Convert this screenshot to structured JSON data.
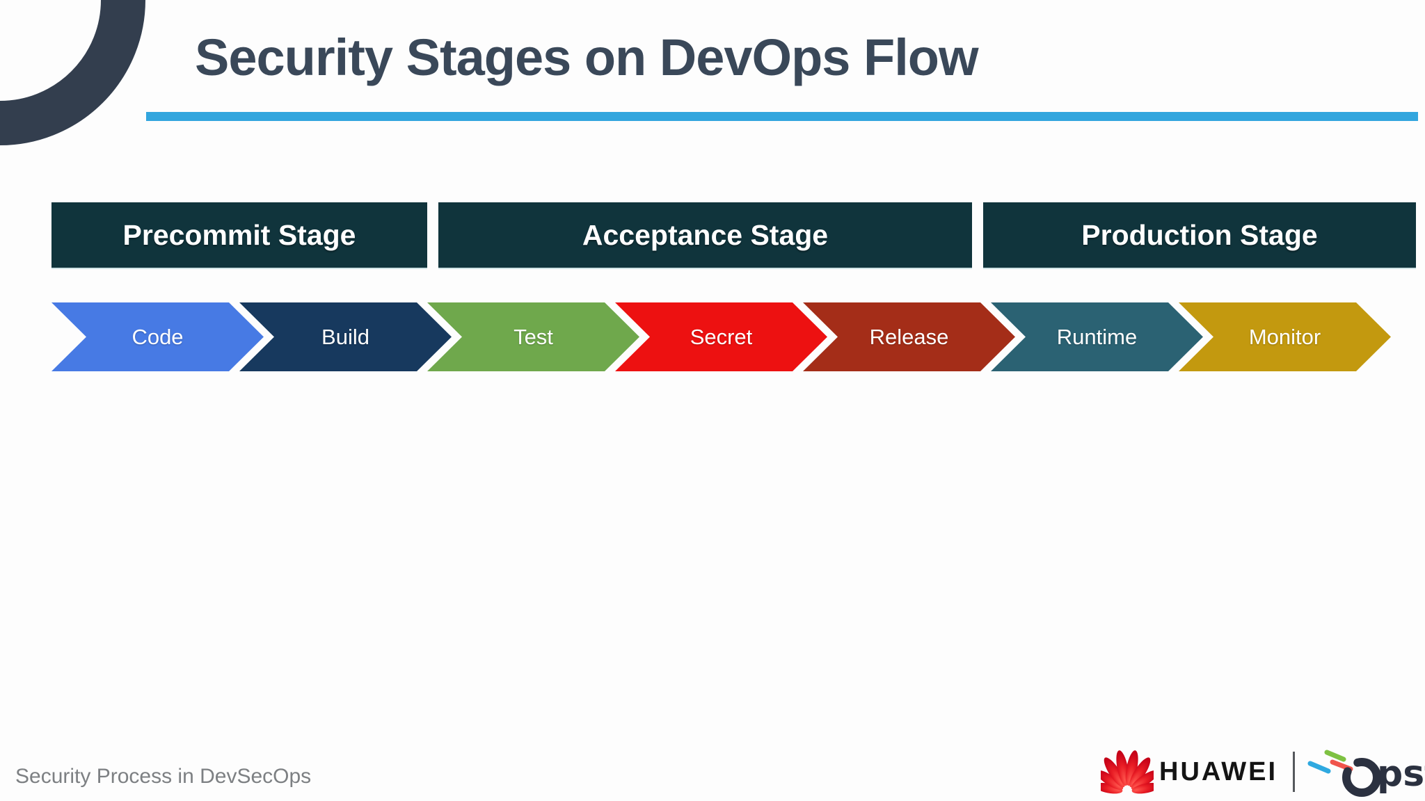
{
  "slide": {
    "title": "Security Stages on DevOps Flow",
    "footer_note": "Security Process in DevSecOps"
  },
  "stages": [
    {
      "label": "Precommit Stage"
    },
    {
      "label": "Acceptance Stage"
    },
    {
      "label": "Production Stage"
    }
  ],
  "steps": [
    {
      "label": "Code",
      "color": "#477AE4"
    },
    {
      "label": "Build",
      "color": "#17395E"
    },
    {
      "label": "Test",
      "color": "#6FA84C"
    },
    {
      "label": "Secret",
      "color": "#ED1111"
    },
    {
      "label": "Release",
      "color": "#A42D18"
    },
    {
      "label": "Runtime",
      "color": "#2B6273"
    },
    {
      "label": "Monitor",
      "color": "#C3990F"
    }
  ],
  "theme": {
    "title_color": "#3A4859",
    "accent_line": "#33A6DE",
    "stage_box": "#10343C",
    "arc_color": "#333E4E"
  },
  "logos": {
    "huawei_wordmark": "HUAWEI",
    "opsta_wordmark": "Opsta",
    "opsta_wordmark_rest": "psta"
  }
}
